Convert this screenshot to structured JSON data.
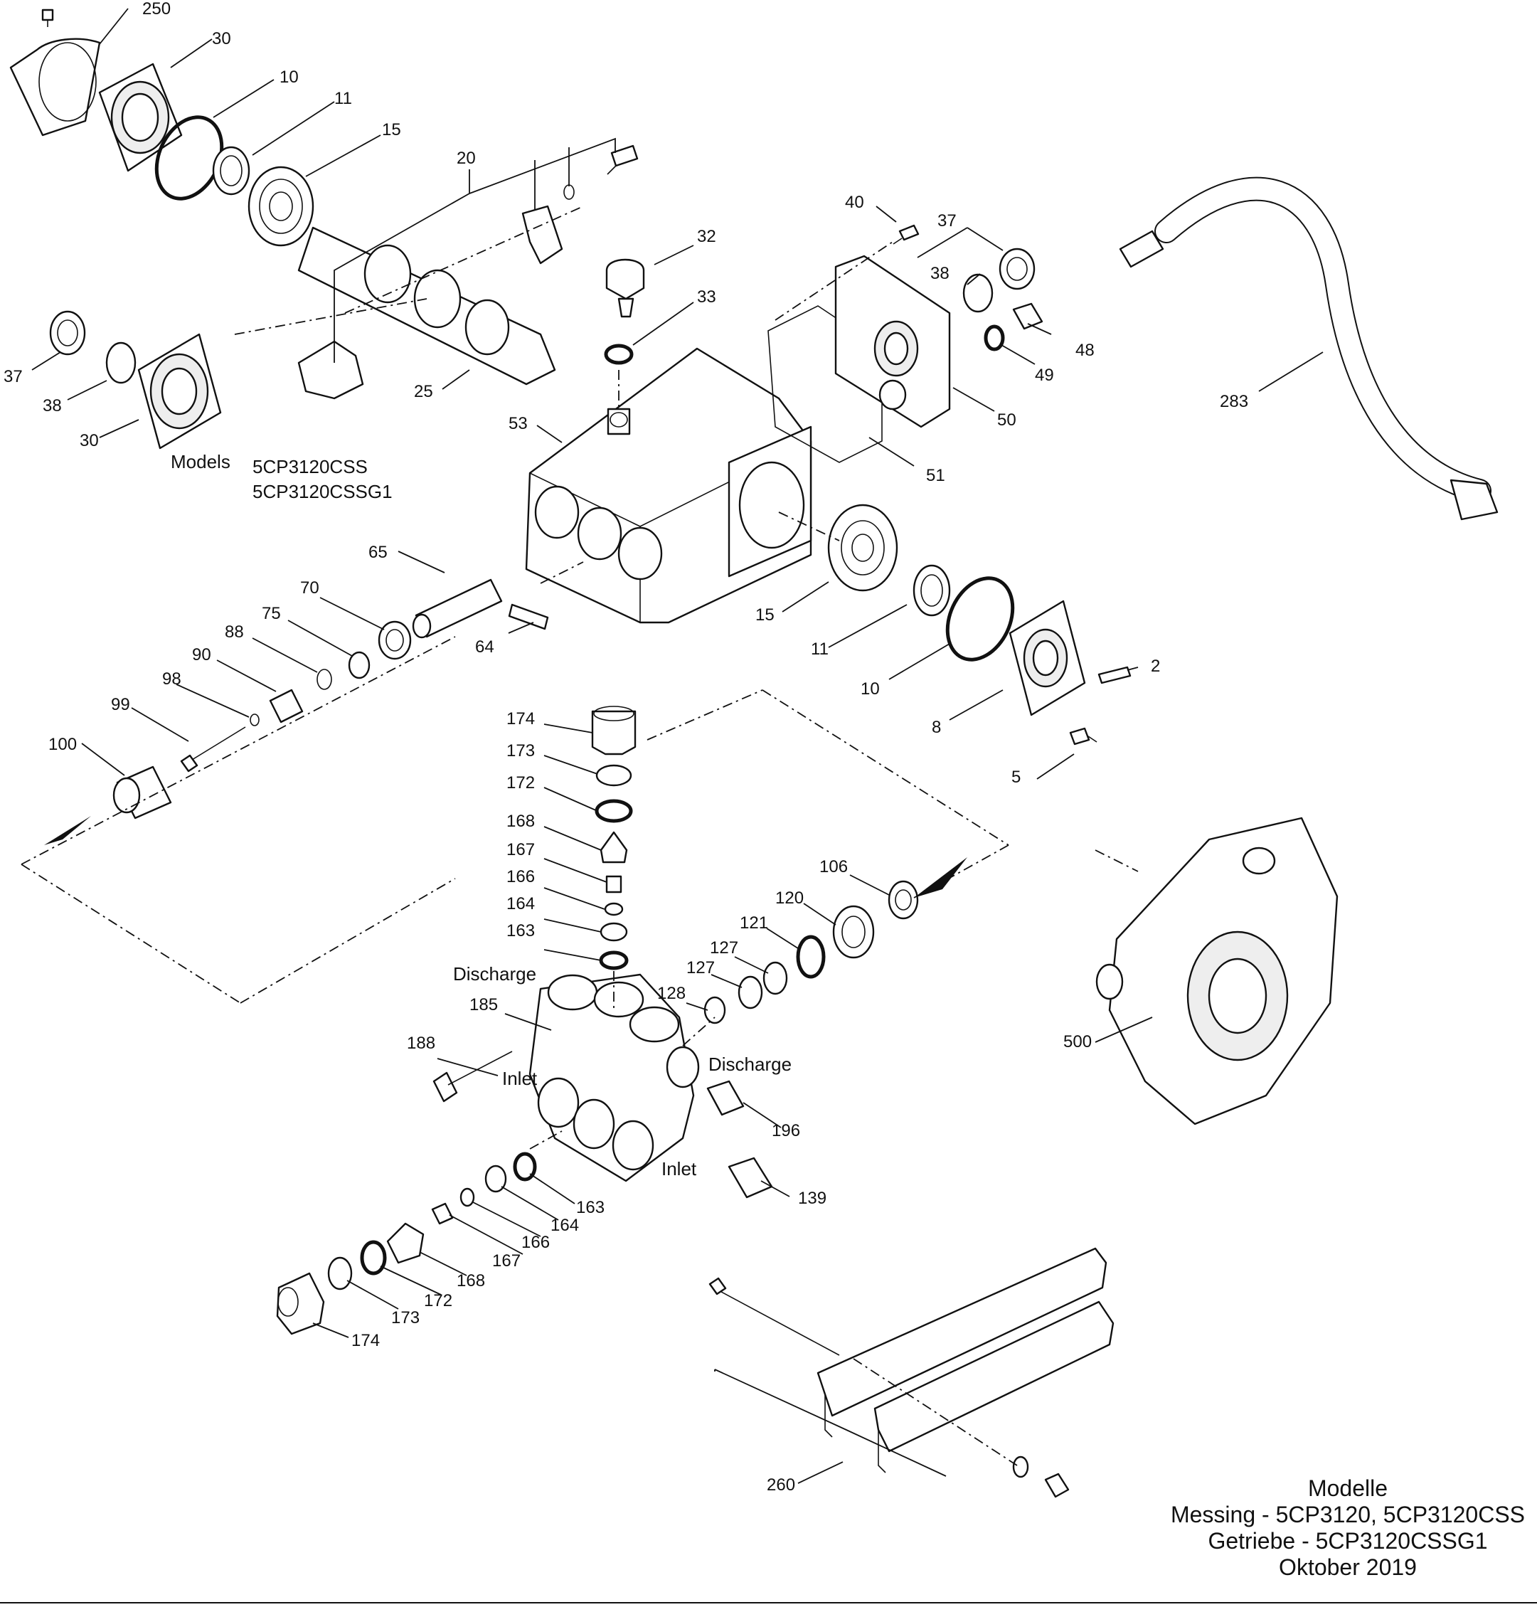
{
  "callouts": {
    "c250": "250",
    "c30a": "30",
    "c10a": "10",
    "c11a": "11",
    "c15a": "15",
    "c20": "20",
    "c37a": "37",
    "c38a": "38",
    "c30b": "30",
    "c25": "25",
    "c40": "40",
    "c37b": "37",
    "c38b": "38",
    "c48": "48",
    "c49": "49",
    "c50": "50",
    "c51": "51",
    "c32": "32",
    "c33": "33",
    "c53": "53",
    "c283": "283",
    "c65": "65",
    "c70": "70",
    "c75": "75",
    "c88": "88",
    "c90": "90",
    "c98": "98",
    "c99": "99",
    "c100": "100",
    "c64": "64",
    "c15b": "15",
    "c11b": "11",
    "c10b": "10",
    "c2": "2",
    "c8": "8",
    "c5": "5",
    "c174a": "174",
    "c173a": "173",
    "c172a": "172",
    "c168a": "168",
    "c167a": "167",
    "c166a": "166",
    "c164a": "164",
    "c163a": "163",
    "c185": "185",
    "c188": "188",
    "c106": "106",
    "c120": "120",
    "c121": "121",
    "c127a": "127",
    "c127b": "127",
    "c128": "128",
    "c196": "196",
    "c139": "139",
    "c500": "500",
    "c163b": "163",
    "c164b": "164",
    "c166b": "166",
    "c167b": "167",
    "c168b": "168",
    "c172b": "172",
    "c173b": "173",
    "c174b": "174",
    "c260": "260"
  },
  "port_labels": {
    "discharge_top": "Discharge",
    "inlet_left": "Inlet",
    "discharge_right": "Discharge",
    "inlet_bottom": "Inlet"
  },
  "models_note": {
    "label": "Models",
    "line1": "5CP3120CSS",
    "line2": "5CP3120CSSG1"
  },
  "models_block": {
    "title": "Modelle",
    "line1": "Messing - 5CP3120, 5CP3120CSS",
    "line2": "Getriebe - 5CP3120CSSG1",
    "date": "Oktober 2019"
  }
}
